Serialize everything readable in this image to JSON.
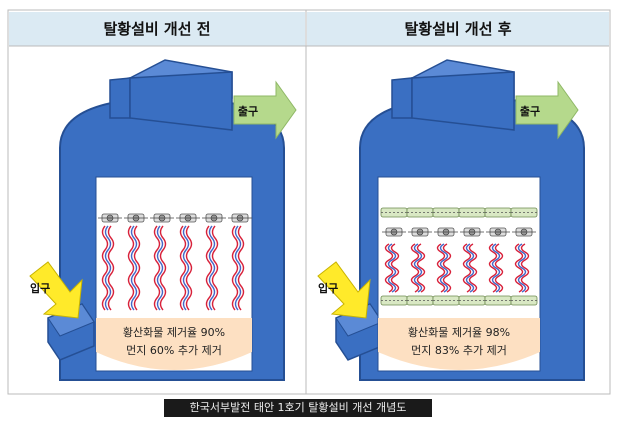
{
  "panels": [
    {
      "title": "탈황설비 개선 전",
      "inlet_label": "입구",
      "outlet_label": "출구",
      "result_line1": "황산화물 제거율 90%",
      "result_line2": "먼지 60% 추가 제거",
      "variant": "before"
    },
    {
      "title": "탈황설비 개선 후",
      "inlet_label": "입구",
      "outlet_label": "출구",
      "result_line1": "황산화물 제거율 98%",
      "result_line2": "먼지 83% 추가 제거",
      "variant": "after"
    }
  ],
  "caption": "한국서부발전 태안 1호기 탈황설비 개선 개념도",
  "colors": {
    "vessel_blue": "#3a6fc2",
    "vessel_stroke": "#254f94",
    "header_bg": "#dbeaf3",
    "arrow_green": "#b5d98c",
    "arrow_yellow": "#ffea2a",
    "liquid": "#fde0c2",
    "wave_red": "#d8213a",
    "wave_blue": "#4468c8"
  }
}
